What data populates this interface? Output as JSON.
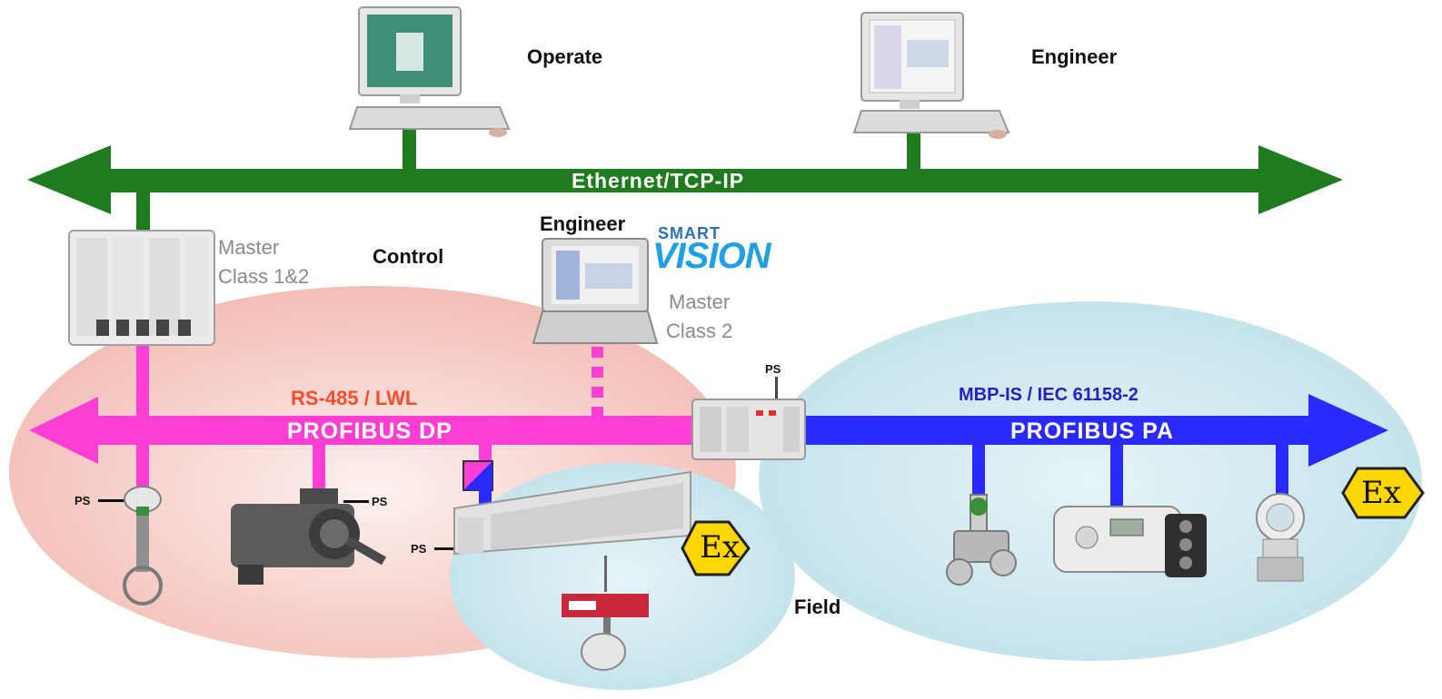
{
  "ethernet": {
    "label": "Ethernet/TCP-IP",
    "color": "#1e7b1e"
  },
  "profibus_dp": {
    "label": "PROFIBUS DP",
    "sublabel": "RS-485 / LWL",
    "color": "#ff3fd4",
    "sublabel_color": "#ff4b2b"
  },
  "profibus_pa": {
    "label": "PROFIBUS PA",
    "sublabel": "MBP-IS / IEC 61158-2",
    "color": "#2a2aff",
    "sublabel_color": "#2222cc"
  },
  "levels": {
    "operate": "Operate",
    "engineer_top": "Engineer",
    "control": "Control",
    "engineer_laptop": "Engineer",
    "field": "Field"
  },
  "masters": {
    "class12_line1": "Master",
    "class12_line2": "Class 1&2",
    "class2_line1": "Master",
    "class2_line2": "Class 2"
  },
  "branding": {
    "smart": "SMART",
    "vision": "VISION"
  },
  "ps_label": "PS",
  "ex_label": "Ex",
  "colors": {
    "pink_zone": "#f4c4bd",
    "cyan_zone": "#c6e4ec",
    "ex_fill": "#ffd700"
  }
}
